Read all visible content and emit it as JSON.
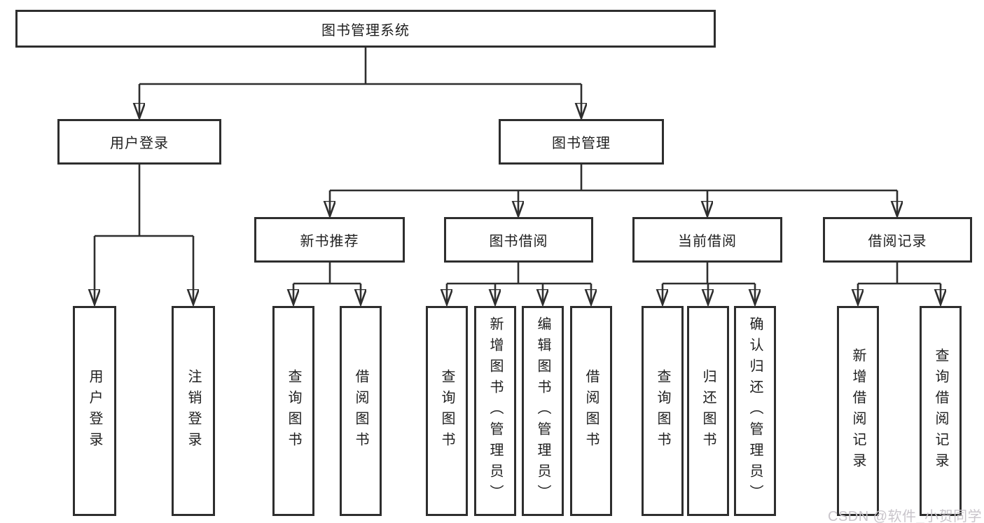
{
  "diagram_title": "图书管理系统",
  "tree": {
    "label": "图书管理系统",
    "children": [
      {
        "label": "用户登录",
        "children": [
          {
            "label": "用户登录"
          },
          {
            "label": "注销登录"
          }
        ]
      },
      {
        "label": "图书管理",
        "children": [
          {
            "label": "新书推荐",
            "children": [
              {
                "label": "查询图书"
              },
              {
                "label": "借阅图书"
              }
            ]
          },
          {
            "label": "图书借阅",
            "children": [
              {
                "label": "查询图书"
              },
              {
                "label": "新增图书（管理员）"
              },
              {
                "label": "编辑图书（管理员）"
              },
              {
                "label": "借阅图书"
              }
            ]
          },
          {
            "label": "当前借阅",
            "children": [
              {
                "label": "查询图书"
              },
              {
                "label": "归还图书"
              },
              {
                "label": "确认归还（管理员）"
              }
            ]
          },
          {
            "label": "借阅记录",
            "children": [
              {
                "label": "新增借阅记录"
              },
              {
                "label": "查询借阅记录"
              }
            ]
          }
        ]
      }
    ]
  },
  "watermark": {
    "text": "CSDN @软件_小贺同学"
  },
  "colors": {
    "line": "#2e2e2e",
    "box_border": "#2e2e2e",
    "box_fill": "#ffffff",
    "background": "#ffffff",
    "watermark": "#c9c5cb"
  }
}
